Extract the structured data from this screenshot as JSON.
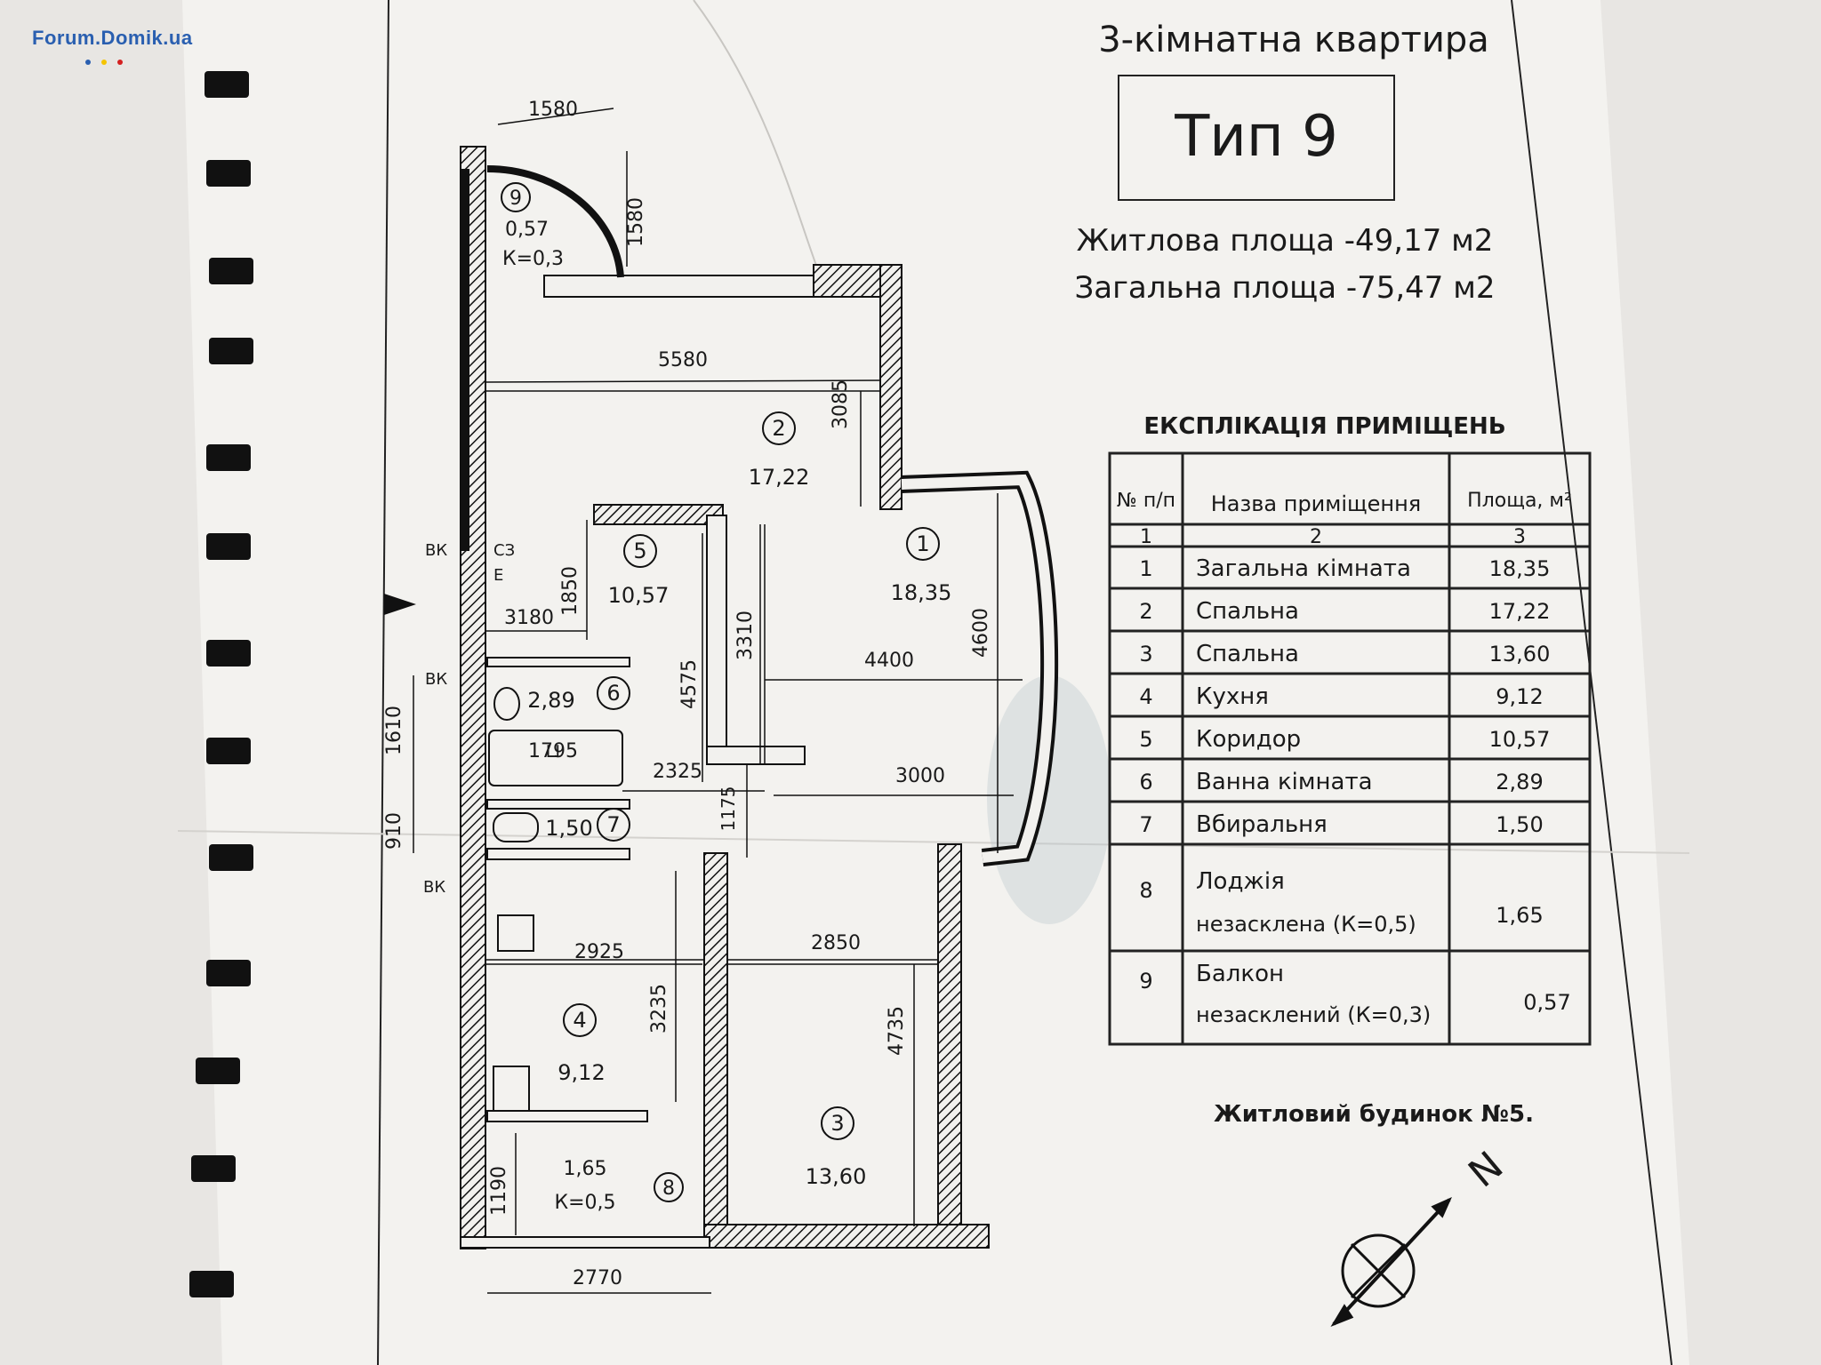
{
  "watermark": {
    "text": "Forum.Domik.ua",
    "color": "#2a5fb0",
    "dots": [
      "#2a5fb0",
      "#f5c400",
      "#d42020"
    ]
  },
  "header": {
    "apartment": "3-кімнатна квартира",
    "type": "Тип 9",
    "living_area": "Житлова площа -49,17 м2",
    "total_area": "Загальна площа -75,47 м2"
  },
  "explication": {
    "title": "ЕКСПЛІКАЦІЯ ПРИМІЩЕНЬ",
    "headers": {
      "num": "№ п/п",
      "name": "Назва приміщення",
      "area": "Площа, м²"
    },
    "index_row": [
      "1",
      "2",
      "3"
    ],
    "rows": [
      {
        "n": "1",
        "name": "Загальна кімната",
        "area": "18,35"
      },
      {
        "n": "2",
        "name": "Спальна",
        "area": "17,22"
      },
      {
        "n": "3",
        "name": "Спальна",
        "area": "13,60"
      },
      {
        "n": "4",
        "name": "Кухня",
        "area": "9,12"
      },
      {
        "n": "5",
        "name": "Коридор",
        "area": "10,57"
      },
      {
        "n": "6",
        "name": "Ванна кімната",
        "area": "2,89"
      },
      {
        "n": "7",
        "name": "Вбиральня",
        "area": "1,50"
      },
      {
        "n": "8",
        "name": "Лоджія",
        "name2": "незасклена (К=0,5)",
        "area": "1,65"
      },
      {
        "n": "9",
        "name": "Балкон",
        "name2": "незасклений (К=0,3)",
        "area": "0,57"
      }
    ]
  },
  "building": "Житловий будинок №5.",
  "compass": {
    "label": "N"
  },
  "plan": {
    "rooms": [
      {
        "n": "1",
        "area": "18,35"
      },
      {
        "n": "2",
        "area": "17,22"
      },
      {
        "n": "3",
        "area": "13,60"
      },
      {
        "n": "4",
        "area": "9,12"
      },
      {
        "n": "5",
        "area": "10,57"
      },
      {
        "n": "6",
        "area": "2,89"
      },
      {
        "n": "7",
        "area": "1,50"
      },
      {
        "n": "8",
        "area": "1,65",
        "k": "К=0,5"
      },
      {
        "n": "9",
        "area": "0,57",
        "k": "К=0,3"
      }
    ],
    "dimensions": [
      "1580",
      "1580",
      "5580",
      "3085",
      "1850",
      "3180",
      "3310",
      "4575",
      "4400",
      "4600",
      "2325",
      "3000",
      "1175",
      "1610",
      "910",
      "1795",
      "2925",
      "2850",
      "3235",
      "4735",
      "1190",
      "2770"
    ],
    "tags": [
      "ВК",
      "СЗ",
      "Е",
      "ВК",
      "ВК"
    ]
  }
}
